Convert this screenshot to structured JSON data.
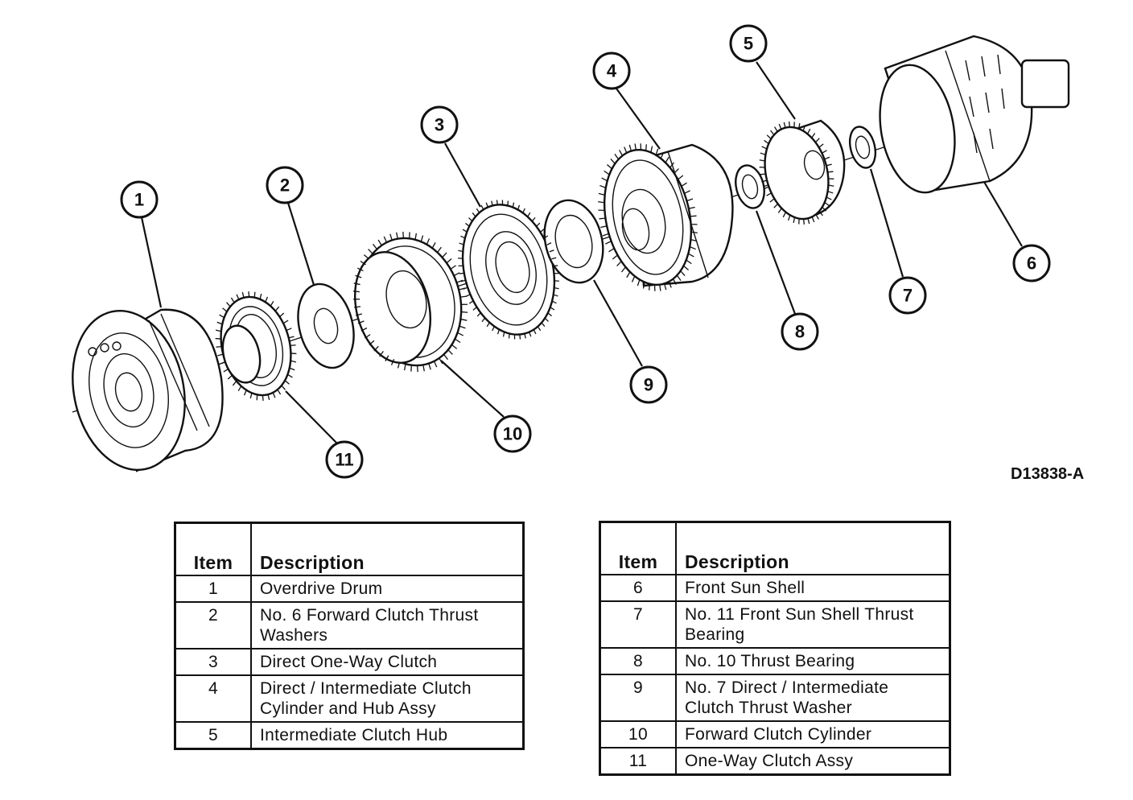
{
  "figure_id": "D13838-A",
  "callouts": [
    "1",
    "2",
    "3",
    "4",
    "5",
    "6",
    "7",
    "8",
    "9",
    "10",
    "11"
  ],
  "table_left": {
    "headers": {
      "item": "Item",
      "description": "Description"
    },
    "rows": [
      {
        "item": "1",
        "description": "Overdrive Drum"
      },
      {
        "item": "2",
        "description": "No. 6 Forward Clutch Thrust Washers"
      },
      {
        "item": "3",
        "description": "Direct One-Way Clutch"
      },
      {
        "item": "4",
        "description": "Direct / Intermediate Clutch Cylinder and Hub Assy"
      },
      {
        "item": "5",
        "description": "Intermediate Clutch Hub"
      }
    ]
  },
  "table_right": {
    "headers": {
      "item": "Item",
      "description": "Description"
    },
    "rows": [
      {
        "item": "6",
        "description": "Front Sun Shell"
      },
      {
        "item": "7",
        "description": "No. 11 Front Sun Shell Thrust Bearing"
      },
      {
        "item": "8",
        "description": "No. 10 Thrust Bearing"
      },
      {
        "item": "9",
        "description": "No. 7 Direct / Intermediate Clutch Thrust Washer"
      },
      {
        "item": "10",
        "description": "Forward Clutch Cylinder"
      },
      {
        "item": "11",
        "description": "One-Way Clutch Assy"
      }
    ]
  }
}
